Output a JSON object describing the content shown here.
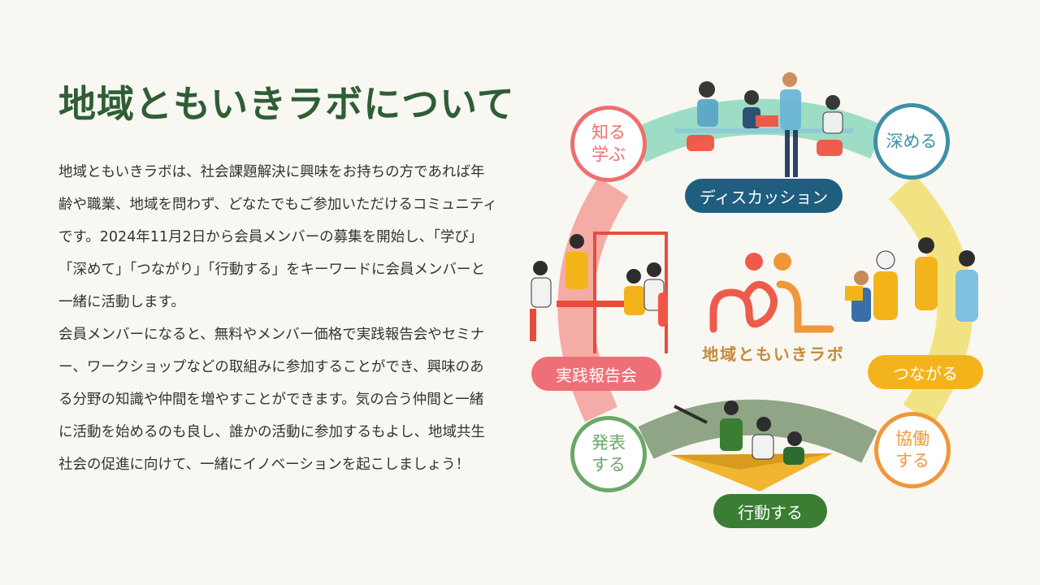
{
  "page": {
    "title": "地域ともいきラボについて",
    "paragraph1": "地域ともいきラボは、社会課題解決に興味をお持ちの方であれば年齢や職業、地域を問わず、どなたでもご参加いただけるコミュニティです。2024年11月2日から会員メンバーの募集を開始し、「学び」「深めて」「つながり」「行動する」をキーワードに会員メンバーと一緒に活動します。",
    "paragraph2": "会員メンバーになると、無料やメンバー価格で実践報告会やセミナー、ワークショップなどの取組みに参加することができ、興味のある分野の知識や仲間を増やすことができます。気の合う仲間と一緒に活動を始めるのも良し、誰かの活動に参加するもよし、地域共生社会の促進に向けて、一緒にイノベーションを起こしましょう！"
  },
  "diagram": {
    "logo_text": "地域ともいきラボ",
    "stages": {
      "learn": "知る\n学ぶ",
      "deepen": "深める",
      "collaborate": "協働\nする",
      "present": "発表\nする"
    },
    "activities": {
      "discussion": "ディスカッション",
      "connect": "つながる",
      "action": "行動する",
      "report": "実践報告会"
    },
    "colors": {
      "title_green": "#2f5e35",
      "learn_red": "#ee6f6f",
      "deepen_blue": "#3e8fa8",
      "collaborate_orange": "#f0973a",
      "present_green": "#6aa86a",
      "discussion_navy": "#1f5e7e",
      "connect_yellow": "#f3b41b",
      "action_green": "#3a7d33",
      "report_pink": "#ef6f77"
    }
  }
}
